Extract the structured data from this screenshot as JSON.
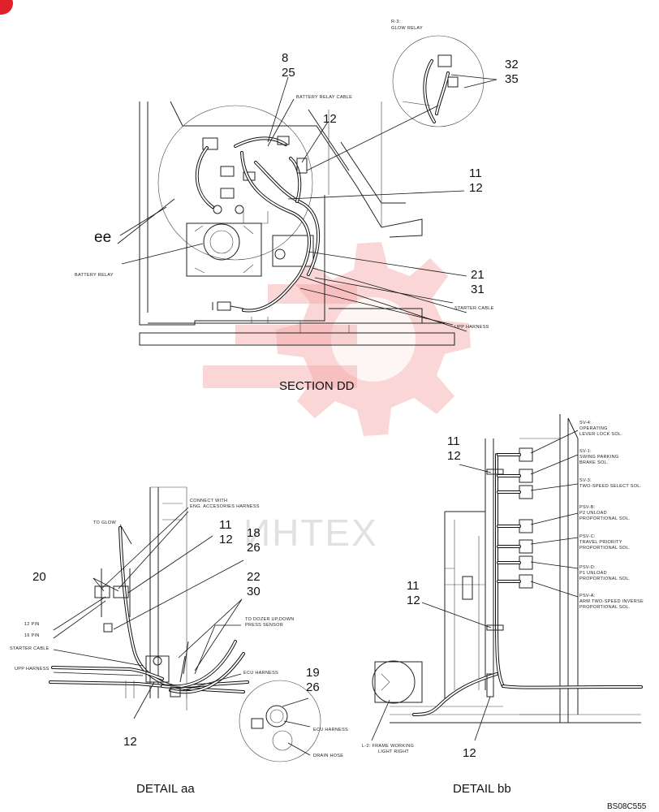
{
  "section_dd": {
    "title": "SECTION DD",
    "callouts": {
      "c8": "8",
      "c25": "25",
      "c12a": "12",
      "c11": "11",
      "c12b": "12",
      "c21": "21",
      "c31": "31",
      "c32": "32",
      "c35": "35",
      "ee": "ee"
    },
    "labels": {
      "glow_relay_1": "R-3:",
      "glow_relay_2": "GLOW RELAY",
      "battery_relay_cable": "BATTERY RELAY CABLE",
      "battery_relay": "BATTERY RELAY",
      "starter_cable": "STARTER CABLE",
      "upp_harness": "UPP HARNESS"
    }
  },
  "detail_aa": {
    "title": "DETAIL aa",
    "callouts": {
      "c11": "11",
      "c12": "12",
      "c18": "18",
      "c26": "26",
      "c20": "20",
      "c22": "22",
      "c30": "30",
      "c19": "19",
      "c26b": "26",
      "c12b": "12"
    },
    "labels": {
      "connect_1": "CONNECT WITH",
      "connect_2": "ENG. ACCESORIES HARNESS",
      "to_glow": "TO GLOW",
      "pin12": "12 PIN",
      "pin16": "16 PIN",
      "dozer_1": "TO DOZER UP,DOWN",
      "dozer_2": "PRESS SENSOR",
      "starter_cable": "STARTER CABLE",
      "upp_harness": "UPP HARNESS",
      "ecu_harness": "ECU HARNESS",
      "ecu_harness2": "ECU HARNESS",
      "drain_hose": "DRAIN HOSE"
    }
  },
  "detail_bb": {
    "title": "DETAIL bb",
    "callouts": {
      "c11": "11",
      "c12": "12",
      "c11b": "11",
      "c12b": "12",
      "c12c": "12"
    },
    "labels": {
      "sv4_1": "SV-4:",
      "sv4_2": "OPERATING",
      "sv4_3": "LEVER LOCK SOL.",
      "sv1_1": "SV-1:",
      "sv1_2": "SWING PARKING",
      "sv1_3": "BRAKE SOL.",
      "sv3_1": "SV-3:",
      "sv3_2": "TWO-SPEED SELECT SOL.",
      "psvb_1": "PSV-B:",
      "psvb_2": "P2 UNLOAD",
      "psvb_3": "PROPORTIONAL SOL.",
      "psvc_1": "PSV-C:",
      "psvc_2": "TRAVEL PRIORITY",
      "psvc_3": "PROPORTIONAL SOL.",
      "psvd_1": "PSV-D:",
      "psvd_2": "P1 UNLOAD",
      "psvd_3": "PROPORTIONAL SOL.",
      "psva_1": "PSV-A:",
      "psva_2": "ARM TWO-SPEED INVERSE",
      "psva_3": "PROPORTIONAL SOL.",
      "l2_1": "L-2: FRAME WORKING",
      "l2_2": "LIGHT RIGHT"
    }
  },
  "watermark": "ИНТЕХ",
  "drawing_code": "BS08C555"
}
